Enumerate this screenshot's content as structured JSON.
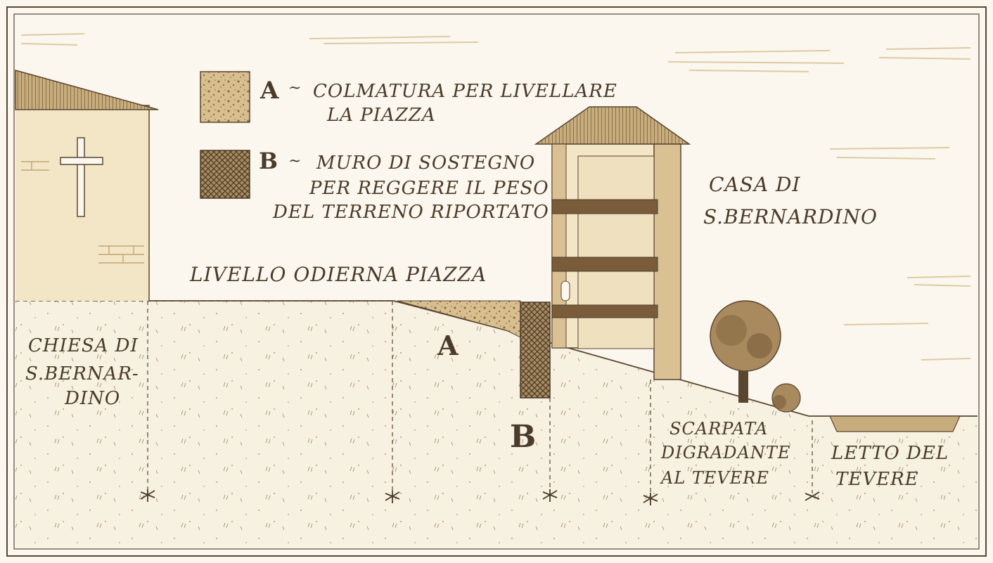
{
  "legend": {
    "a": {
      "key": "A",
      "line1": "COLMATURA PER LIVELLARE",
      "line2": "LA PIAZZA"
    },
    "b": {
      "key": "B",
      "line1": "MURO DI SOSTEGNO",
      "line2": "PER REGGERE IL PESO",
      "line3": "DEL TERRENO RIPORTATO"
    }
  },
  "labels": {
    "piazza_level": "LIVELLO ODIERNA PIAZZA",
    "church_line1": "CHIESA DI",
    "church_line2": "S.BERNAR-",
    "church_line3": "DINO",
    "house_line1": "CASA DI",
    "house_line2": "S.BERNARDINO",
    "marker_a": "A",
    "marker_b": "B",
    "slope_line1": "SCARPATA",
    "slope_line2": "DIGRADANTE",
    "slope_line3": "AL TEVERE",
    "river_line1": "LETTO DEL",
    "river_line2": "TEVERE"
  },
  "colors": {
    "paper": "#fbf7ee",
    "ink": "#4a3b2a",
    "sepia": "#b89a6a",
    "sepia_dark": "#7a5c3a",
    "sepia_light": "#e8d6b0"
  }
}
